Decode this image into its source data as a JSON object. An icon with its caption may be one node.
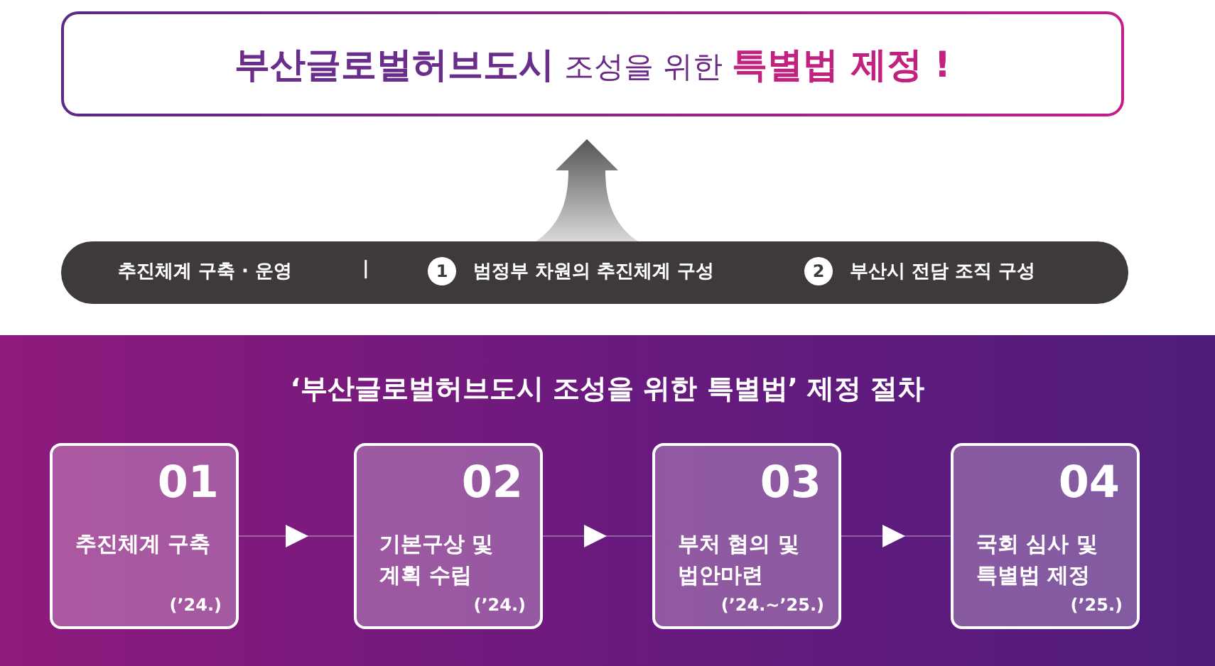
{
  "diagram": {
    "nodes": [
      {
        "text": [
          "**부산글로벌허브도시** 조성을 위한 **특별법 제정 !**"
        ]
      },
      {
        "text": [
          "추진체계 구축 · 운영",
          "|",
          "1",
          "범정부 차원의 추진체계  구성",
          "2",
          "부산시 전담 조직 구성"
        ]
      },
      {
        "text": [
          "‘부산글로벌허브도시 조성을 위한 특별법’ 제정 절차"
        ]
      },
      {
        "text": [
          "01",
          "추진체계 구축",
          "(’24.)"
        ],
        "in": 2
      },
      {
        "text": [
          "02",
          "기본구상 및 계획 수립",
          "(’24.)"
        ],
        "in": 2
      },
      {
        "text": [
          "03",
          "부처 협의 및 법안마련",
          "(’24.~’25.)"
        ],
        "in": 2
      },
      {
        "text": [
          "04",
          "국회 심사 및 특별법 제정",
          "(’25.)"
        ],
        "in": 2
      }
    ],
    "edges": [
      {
        "from": 1,
        "to": 0,
        "arrow": "to"
      },
      {
        "from": 3,
        "to": 4,
        "arrow": "to"
      },
      {
        "from": 4,
        "to": 5,
        "arrow": "to"
      },
      {
        "from": 5,
        "to": 6,
        "arrow": "to"
      }
    ]
  }
}
